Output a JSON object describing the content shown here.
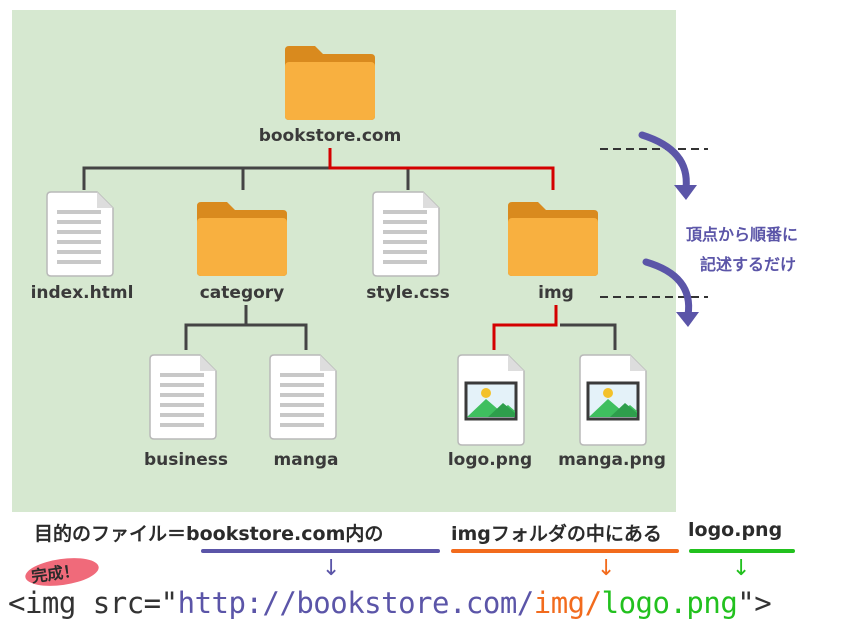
{
  "tree": {
    "root": "bookstore.com",
    "level1": [
      "index.html",
      "category",
      "style.css",
      "img"
    ],
    "category_children": [
      "business",
      "manga"
    ],
    "img_children": [
      "logo.png",
      "manga.png"
    ]
  },
  "side_note": [
    "頂点から順番に",
    "記述するだけ"
  ],
  "caption": {
    "part1": "目的のファイル＝bookstore.com内の",
    "part2": "imgフォルダの中にある",
    "part3": "logo.png"
  },
  "badge": "完成！",
  "code": {
    "prefix": "<img src=\"",
    "host": "http://bookstore.com/",
    "dir": "img/",
    "file": "logo.png",
    "suffix": "\">"
  },
  "colors": {
    "panel": "#d6e8d0",
    "folder": "#f5a93b",
    "highlight_path": "#d40000",
    "connector": "#444444",
    "purple": "#5b55a8",
    "orange": "#f26b1d",
    "green": "#22c11e"
  }
}
